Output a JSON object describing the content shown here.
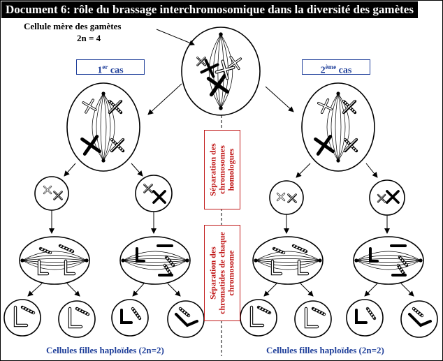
{
  "title": "Document 6: rôle du brassage interchromosomique dans la diversité des gamètes",
  "mother_cell": {
    "line1": "Cellule mère des gamètes",
    "line2": "2n = 4"
  },
  "case1": {
    "main": "1",
    "sup": "er",
    "rest": " cas"
  },
  "case2": {
    "main": "2",
    "sup": "ème",
    "rest": " cas"
  },
  "meiosis1_label": {
    "line1": "Séparation des",
    "line2": "chromosomes",
    "line3": "homologues"
  },
  "meiosis2_label": {
    "line1": "Séparation des",
    "line2": "chromatides de chaque",
    "line3": "chromosome"
  },
  "daughters_left": "Cellules filles haploïdes (2n=2)",
  "daughters_right": "Cellules filles haploïdes (2n=2)",
  "colors": {
    "accent_blue": "#1f3f9a",
    "accent_red": "#c01818",
    "ink": "#000000"
  }
}
